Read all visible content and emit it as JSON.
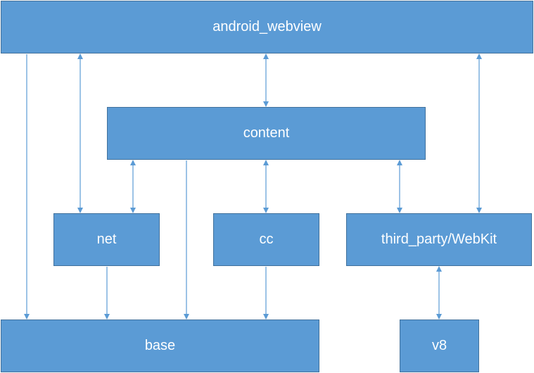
{
  "modules": {
    "android_webview": "android_webview",
    "content": "content",
    "net": "net",
    "cc": "cc",
    "webkit": "third_party/WebKit",
    "base": "base",
    "v8": "v8"
  },
  "colors": {
    "box_fill": "#5b9bd5",
    "box_border": "#41719c",
    "connector": "#5b9bd5",
    "text": "#ffffff"
  },
  "dependencies": [
    {
      "from": "android_webview",
      "to": "base",
      "direction": "one-way"
    },
    {
      "from": "android_webview",
      "to": "net",
      "direction": "two-way"
    },
    {
      "from": "android_webview",
      "to": "content",
      "direction": "two-way"
    },
    {
      "from": "android_webview",
      "to": "third_party/WebKit",
      "direction": "two-way"
    },
    {
      "from": "content",
      "to": "net",
      "direction": "two-way"
    },
    {
      "from": "content",
      "to": "base",
      "direction": "one-way"
    },
    {
      "from": "content",
      "to": "cc",
      "direction": "two-way"
    },
    {
      "from": "content",
      "to": "third_party/WebKit",
      "direction": "two-way"
    },
    {
      "from": "net",
      "to": "base",
      "direction": "one-way"
    },
    {
      "from": "cc",
      "to": "base",
      "direction": "one-way"
    },
    {
      "from": "third_party/WebKit",
      "to": "v8",
      "direction": "two-way"
    }
  ]
}
